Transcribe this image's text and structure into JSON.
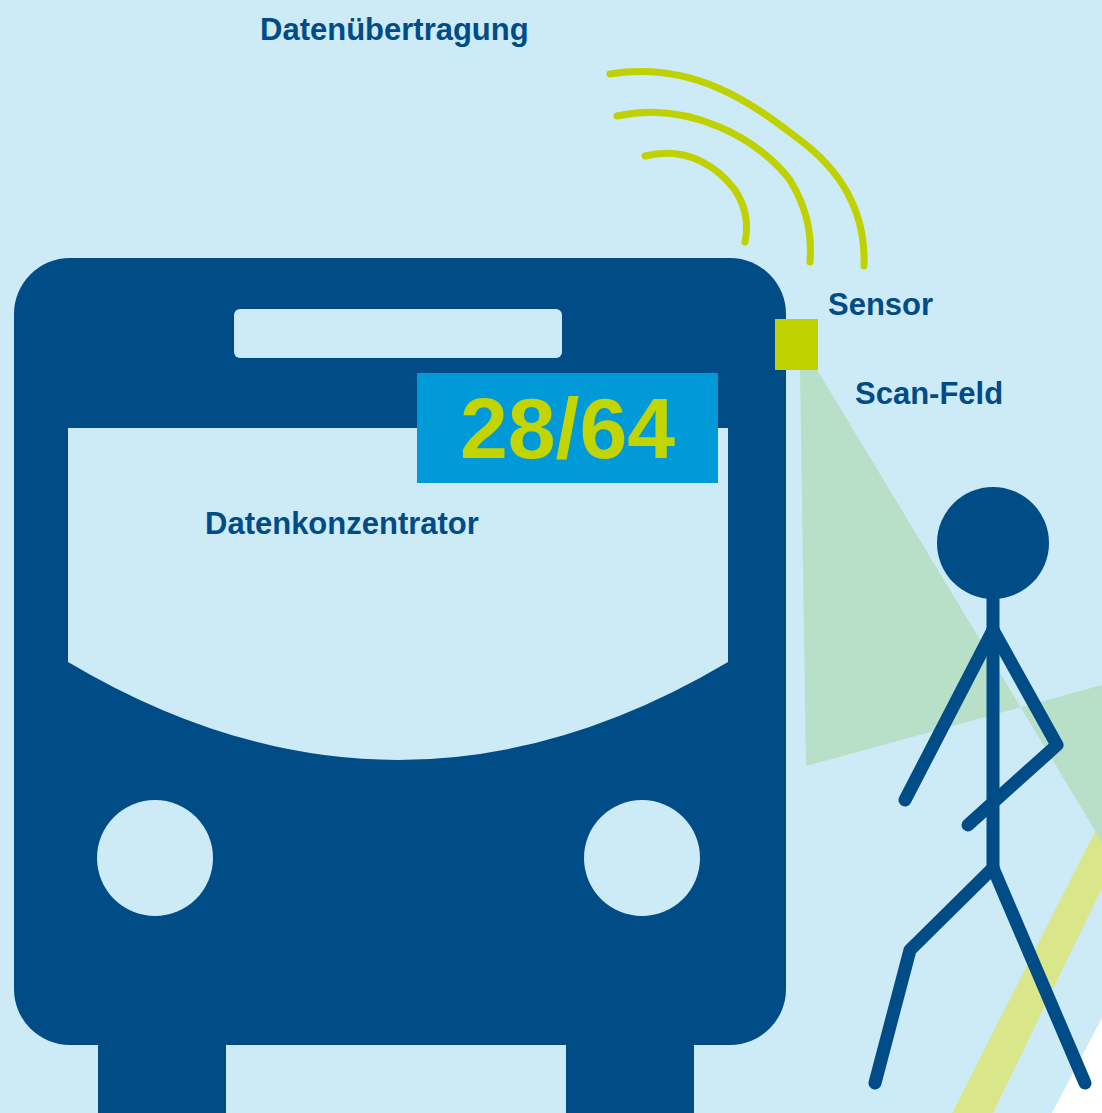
{
  "diagram": {
    "nodes": [
      {
        "text": [
          "Datenkonzentrator"
        ]
      },
      {
        "text": [
          "28/64"
        ],
        "in": 0
      },
      {
        "text": [
          "Sensor"
        ]
      }
    ],
    "labels": [
      "Datenübertragung",
      "Scan-Feld"
    ]
  }
}
